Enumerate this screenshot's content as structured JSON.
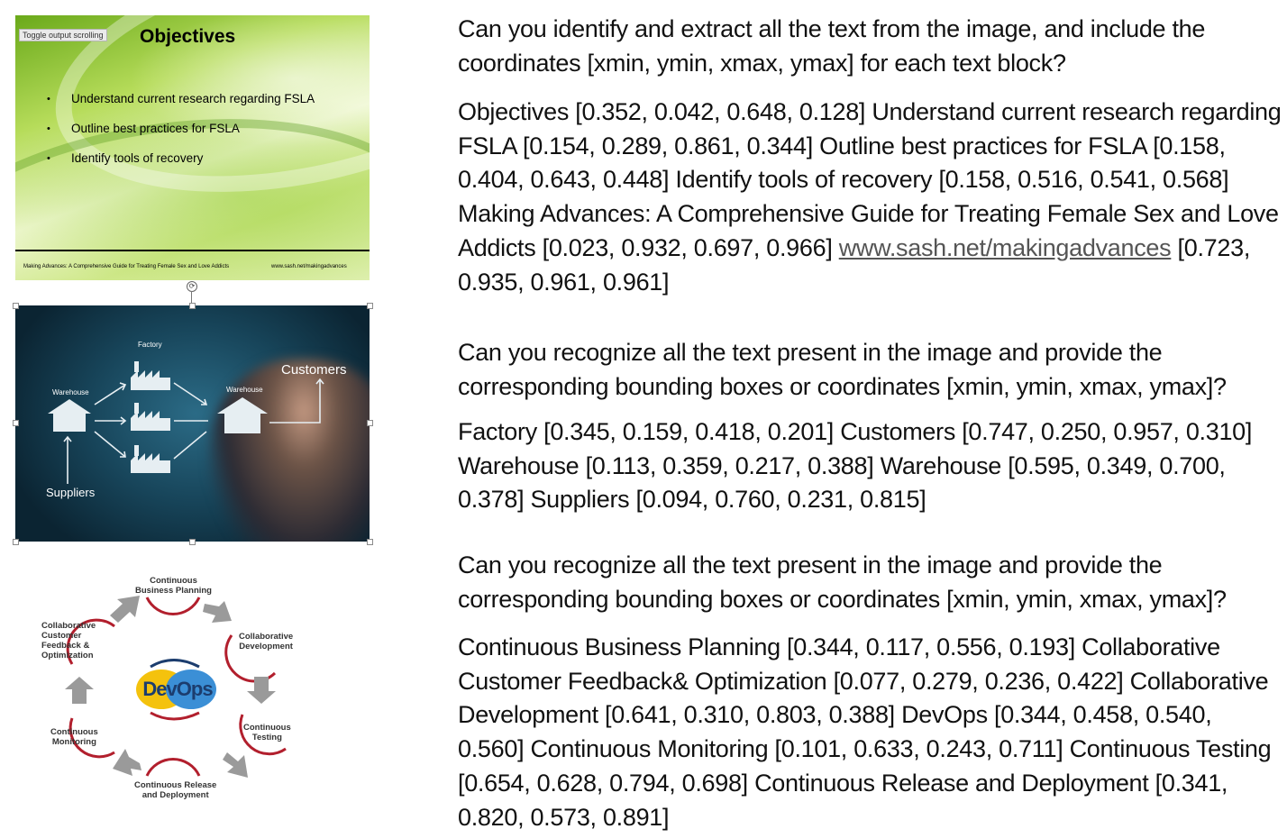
{
  "slide": {
    "toggle_button": "Toggle output scrolling",
    "title": "Objectives",
    "bullets": [
      "Understand current research regarding FSLA",
      "Outline best practices for FSLA",
      "Identify tools of recovery"
    ],
    "footer_left": "Making Advances: A Comprehensive Guide for Treating Female Sex and Love Addicts",
    "footer_right": "www.sash.net/makingadvances"
  },
  "supply_chain": {
    "factory": "Factory",
    "warehouse_left": "Warehouse",
    "warehouse_right": "Warehouse",
    "customers": "Customers",
    "suppliers": "Suppliers"
  },
  "devops": {
    "logo": "DevOps",
    "stages": {
      "business_planning": [
        "Continuous",
        "Business Planning"
      ],
      "collab_development": [
        "Collaborative",
        "Development"
      ],
      "testing": [
        "Continuous",
        "Testing"
      ],
      "release": [
        "Continuous Release",
        "and Deployment"
      ],
      "monitoring": [
        "Continuous",
        "Monitoring"
      ],
      "feedback": [
        "Collaborative",
        "Customer",
        "Feedback &",
        "Optimization"
      ]
    }
  },
  "qa": [
    {
      "question": "Can you identify and extract all the text from the image, and include the coordinates [xmin, ymin, xmax, ymax] for each text block?",
      "answer_main": "Objectives [0.352, 0.042, 0.648, 0.128] Understand current research regarding FSLA [0.154, 0.289, 0.861, 0.344] Outline best practices for FSLA [0.158, 0.404, 0.643, 0.448] Identify tools of recovery [0.158, 0.516, 0.541, 0.568] Making Advances: A Comprehensive Guide for Treating Female Sex and Love Addicts [0.023, 0.932, 0.697, 0.966]",
      "answer_link": "www.sash.net/makingadvances",
      "answer_tail": " [0.723, 0.935, 0.961, 0.961]"
    },
    {
      "question": "Can you recognize all the text present in the image and provide the corresponding bounding boxes or coordinates [xmin, ymin, xmax, ymax]?",
      "answer_main": "Factory [0.345, 0.159, 0.418, 0.201] Customers [0.747, 0.250, 0.957, 0.310] Warehouse [0.113, 0.359, 0.217, 0.388] Warehouse [0.595, 0.349, 0.700, 0.378] Suppliers [0.094, 0.760, 0.231, 0.815]"
    },
    {
      "question": "Can you recognize all the text present in the image and provide the corresponding bounding boxes or coordinates [xmin, ymin, xmax, ymax]?",
      "answer_main": "Continuous Business Planning [0.344, 0.117, 0.556, 0.193] Collaborative Customer Feedback& Optimization [0.077, 0.279, 0.236, 0.422] Collaborative Development [0.641, 0.310, 0.803, 0.388] DevOps [0.344, 0.458, 0.540, 0.560] Continuous Monitoring [0.101, 0.633, 0.243, 0.711] Continuous Testing [0.654, 0.628, 0.794, 0.698] Continuous Release and Deployment [0.341, 0.820, 0.573, 0.891]"
    }
  ]
}
